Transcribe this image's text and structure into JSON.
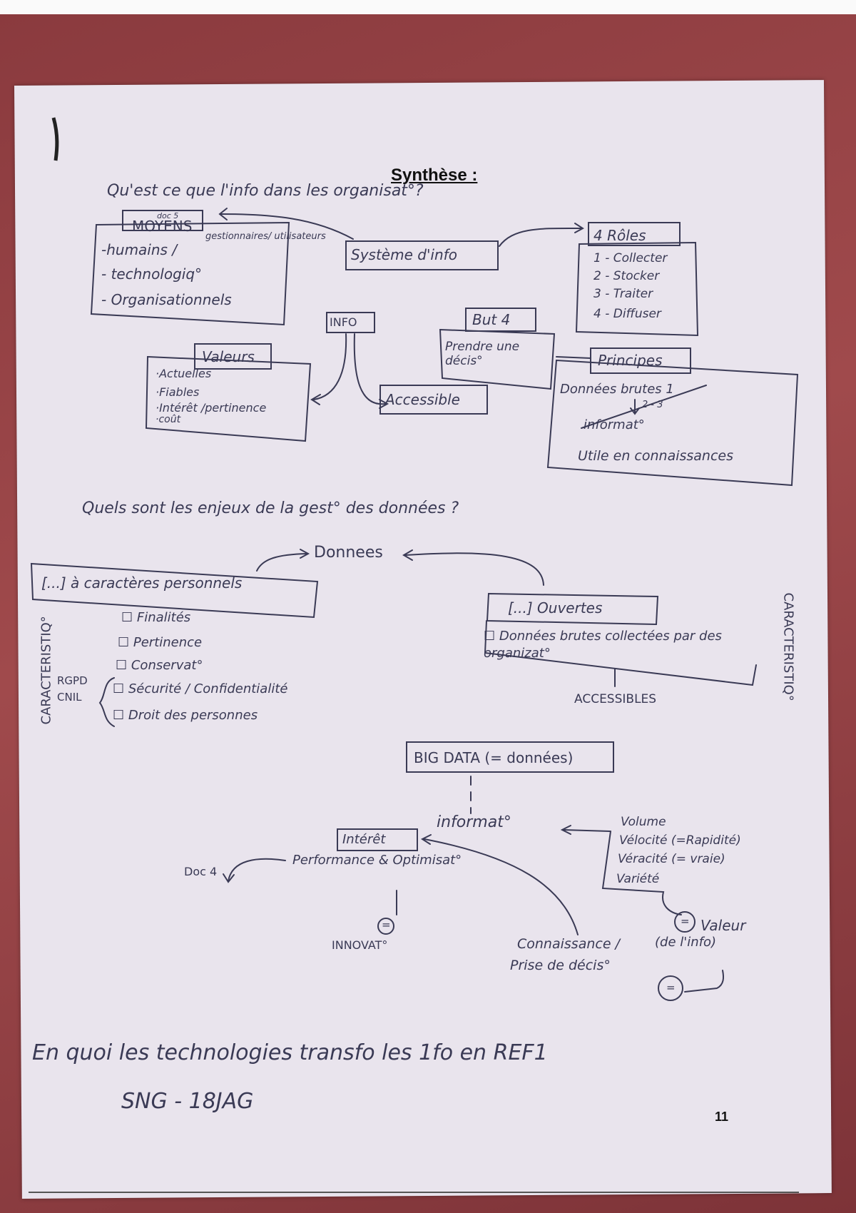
{
  "page": {
    "title": "Synthèse :",
    "page_number": "11",
    "q1": "Qu'est ce que l'info dans les organisat°?",
    "q2": "Quels sont les enjeux de la gest° des données ?",
    "q3": "En quoi les technologies transfo les 1fo en REF1",
    "q3_sub": "SNG - 18JAG"
  },
  "section1": {
    "moyens_tag": "doc 5",
    "moyens_title": "MOYENS",
    "moyens_note": "gestionnaires/ utilisateurs",
    "moyens_items": [
      "-humains /",
      "- technologiq°",
      "- Organisationnels"
    ],
    "systeme": "Système d'info",
    "roles_title": "4 Rôles",
    "roles_items": [
      "1 - Collecter",
      "2 - Stocker",
      "3 - Traiter",
      "4 - Diffuser"
    ],
    "info": "INFO",
    "but_title": "But 4",
    "but_text": "Prendre une décis°",
    "valeurs_title": "Valeurs",
    "valeurs_items": [
      "·Actuelles",
      "·Fiables",
      "·Intérêt /pertinence",
      "·coût"
    ],
    "accessible": "Accessible",
    "principes_title": "Principes",
    "principes_items": [
      "Données brutes 1",
      "2 - 3",
      "informat°",
      "Utile en connaissances"
    ]
  },
  "section2": {
    "donnees": "Donnees",
    "perso_title": "[...] à caractères personnels",
    "perso_items": [
      "Finalités",
      "Pertinence",
      "Conservat°",
      "Sécurité / Confidentialité",
      "Droit des personnes"
    ],
    "rgpd": "RGPD",
    "cnil": "CNIL",
    "left_vertical": "CARACTERISTIQ°",
    "ouvertes_title": "[...] Ouvertes",
    "ouvertes_text": "Données brutes collectées par des organizat°",
    "accessibles": "ACCESSIBLES",
    "right_vertical": "CARACTERISTIQ°"
  },
  "section3": {
    "bigdata": "BIG DATA (= données)",
    "informat": "informat°",
    "interet": "Intérêt",
    "perf": "Performance & Optimisat°",
    "doc": "Doc 4",
    "innovat": "INNOVAT°",
    "eq": "=",
    "vs": [
      "Volume",
      "Vélocité (=Rapidité)",
      "Véracité (= vraie)",
      "Variété"
    ],
    "valeur": "Valeur",
    "valeur_sub": "(de l'info)",
    "connaissance": "Connaissance /",
    "prise": "Prise de décis°"
  }
}
